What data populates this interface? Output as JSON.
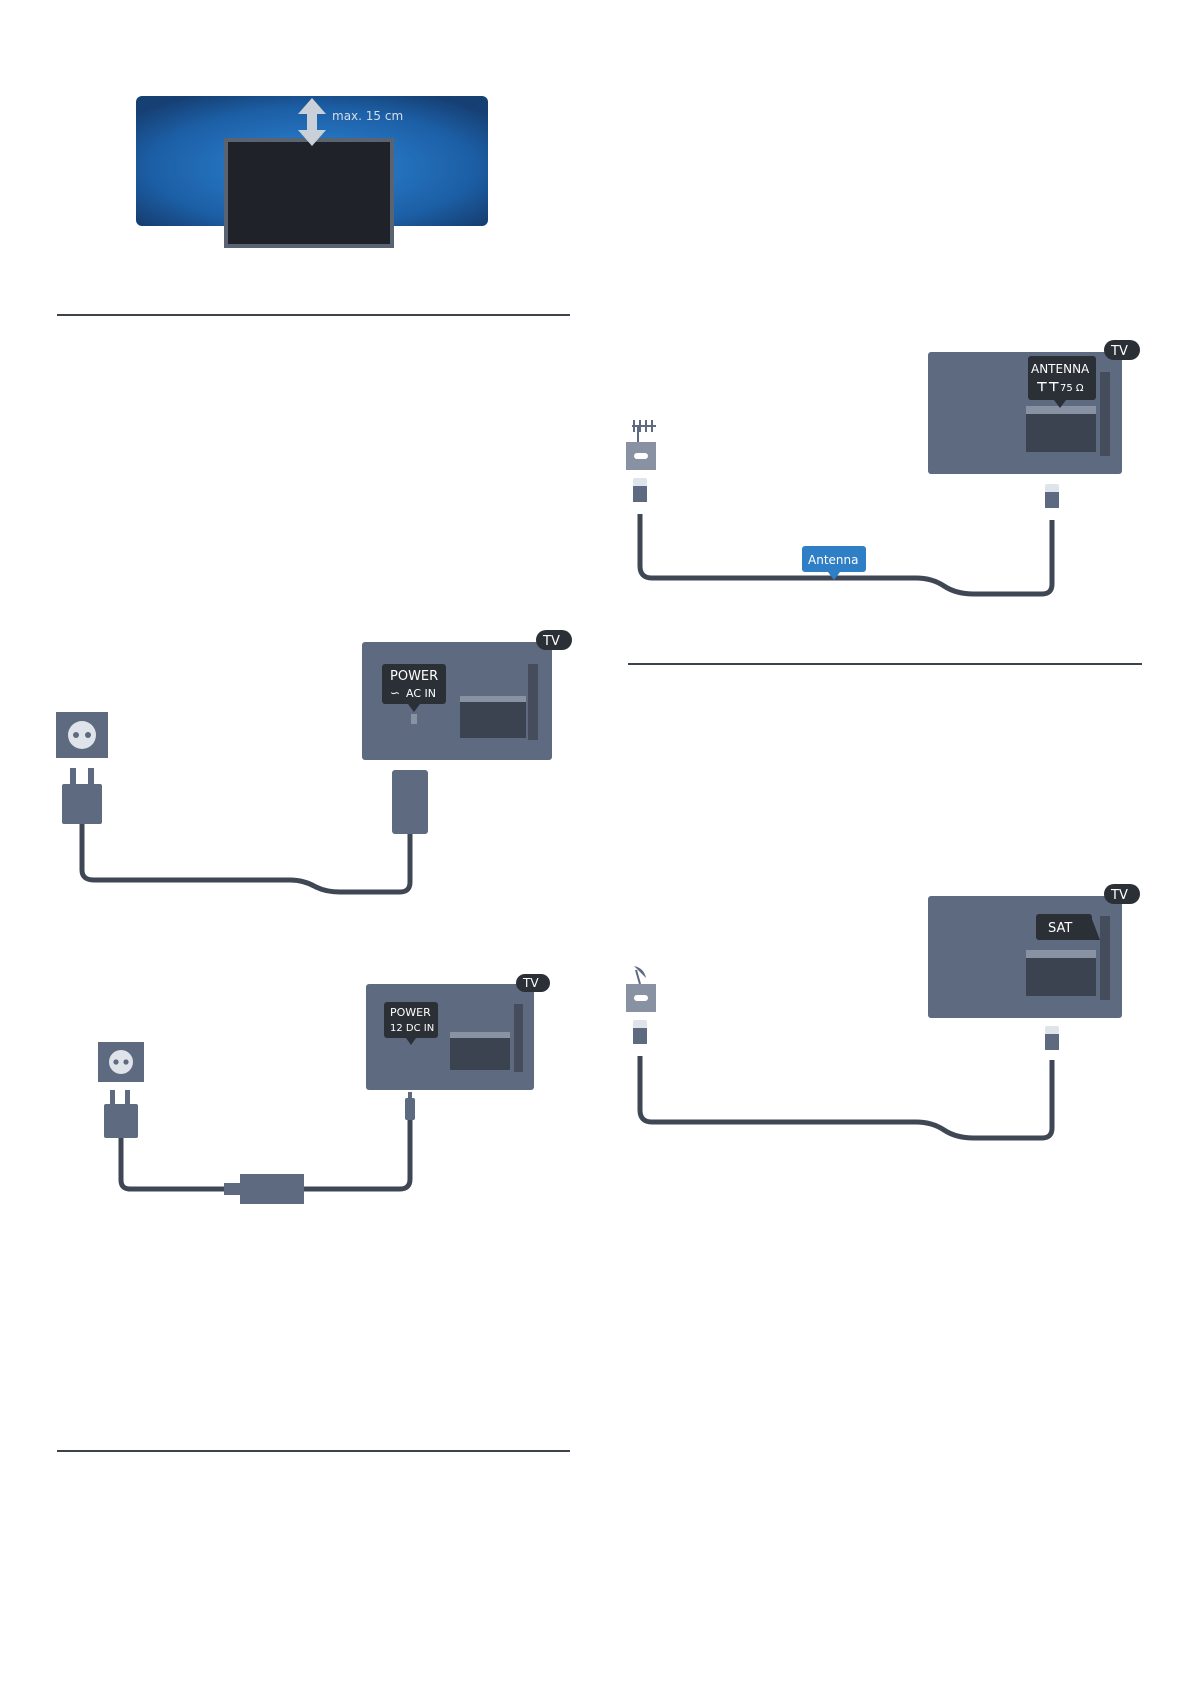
{
  "colors": {
    "tv_body": "#5e6a80",
    "cable": "#3f4654",
    "label_bg": "#2b2f36",
    "tv_tag_bg": "#2b2f36",
    "antenna_callout": "#2f7fc6",
    "wall_blue": "#1f6fbf",
    "rule": "#3d434c"
  },
  "wall_mount": {
    "distance_label": "max. 15 cm"
  },
  "power_ac": {
    "tv_tag": "TV",
    "port_line1": "POWER",
    "port_line2": "AC IN"
  },
  "power_dc": {
    "tv_tag": "TV",
    "port_line1": "POWER",
    "port_line2": "12 DC IN"
  },
  "antenna": {
    "tv_tag": "TV",
    "port_line1": "ANTENNA",
    "port_line2": "75 Ω",
    "cable_label": "Antenna"
  },
  "satellite": {
    "tv_tag": "TV",
    "port_label": "SAT"
  }
}
